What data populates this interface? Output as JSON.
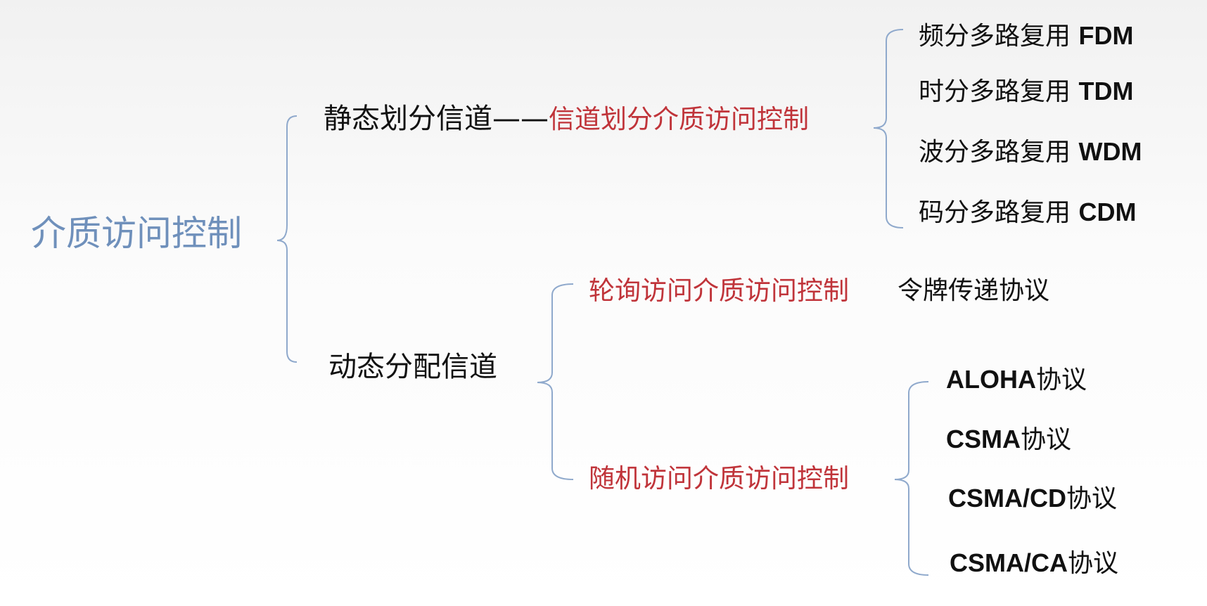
{
  "root": {
    "label": "介质访问控制"
  },
  "static": {
    "label": "静态划分信道——",
    "subtype": "信道划分介质访问控制",
    "methods": [
      {
        "prefix": "频分多路复用",
        "abbr": "FDM"
      },
      {
        "prefix": "时分多路复用",
        "abbr": "TDM"
      },
      {
        "prefix": "波分多路复用",
        "abbr": "WDM"
      },
      {
        "prefix": "码分多路复用",
        "abbr": "CDM"
      }
    ]
  },
  "dynamic": {
    "label": "动态分配信道",
    "polling": {
      "label": "轮询访问介质访问控制",
      "protocol": "令牌传递协议"
    },
    "random": {
      "label": "随机访问介质访问控制",
      "protocols": [
        {
          "name": "ALOHA",
          "suffix": "协议"
        },
        {
          "name": "CSMA",
          "suffix": "协议"
        },
        {
          "name": "CSMA/CD",
          "suffix": "协议"
        },
        {
          "name": "CSMA/CA",
          "suffix": "协议"
        }
      ]
    }
  },
  "colors": {
    "root": "#6f90bb",
    "highlight": "#c0343a",
    "text": "#111111",
    "bracket": "#8fa9cc"
  }
}
